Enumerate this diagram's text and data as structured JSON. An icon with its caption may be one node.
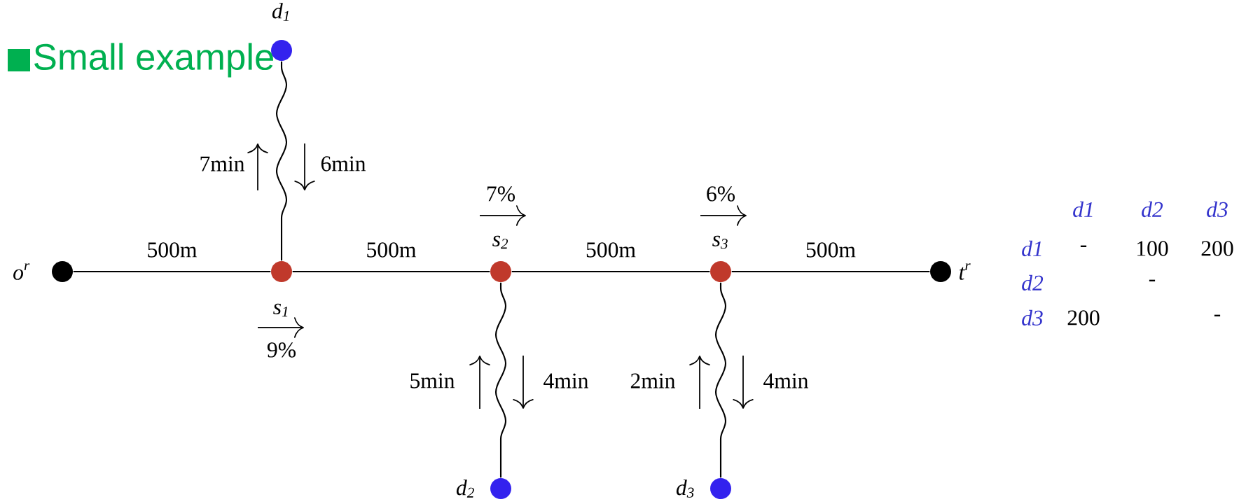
{
  "diagram": {
    "title": "Small example",
    "nodes": [
      {
        "text": [],
        "shape": "circle",
        "beside": [
          "d$_{1}$"
        ]
      },
      {
        "text": [],
        "shape": "circle",
        "beside": [
          "o$^{r}$"
        ]
      },
      {
        "text": [],
        "shape": "circle",
        "beside": [
          "s$_{1}$"
        ]
      },
      {
        "text": [],
        "shape": "circle",
        "beside": [
          "s$_{2}$"
        ]
      },
      {
        "text": [],
        "shape": "circle",
        "beside": [
          "s$_{3}$"
        ]
      },
      {
        "text": [],
        "shape": "circle",
        "beside": [
          "t$^{r}$"
        ]
      },
      {
        "text": [],
        "shape": "circle",
        "beside": [
          "d$_{2}$"
        ]
      },
      {
        "text": [],
        "shape": "circle",
        "beside": [
          "d$_{3}$"
        ]
      }
    ],
    "edges": [
      {
        "from": 1,
        "to": 2,
        "arrow": "none",
        "label": "500m"
      },
      {
        "from": 2,
        "to": 3,
        "arrow": "none",
        "label": "500m"
      },
      {
        "from": 3,
        "to": 4,
        "arrow": "none",
        "label": "500m"
      },
      {
        "from": 4,
        "to": 5,
        "arrow": "none",
        "label": "500m"
      },
      {
        "from": 0,
        "to": 2,
        "arrow": "none"
      },
      {
        "from": 3,
        "to": 6,
        "arrow": "none"
      },
      {
        "from": 4,
        "to": 7,
        "arrow": "none"
      }
    ],
    "labels": [
      "7min",
      "6min",
      "7%",
      "6%",
      "d1",
      "d2",
      "d3",
      "d1",
      "-",
      "100",
      "200",
      "d2",
      "-",
      "d3",
      "200",
      "-",
      "9%",
      "5min",
      "4min",
      "2min",
      "4min"
    ]
  }
}
